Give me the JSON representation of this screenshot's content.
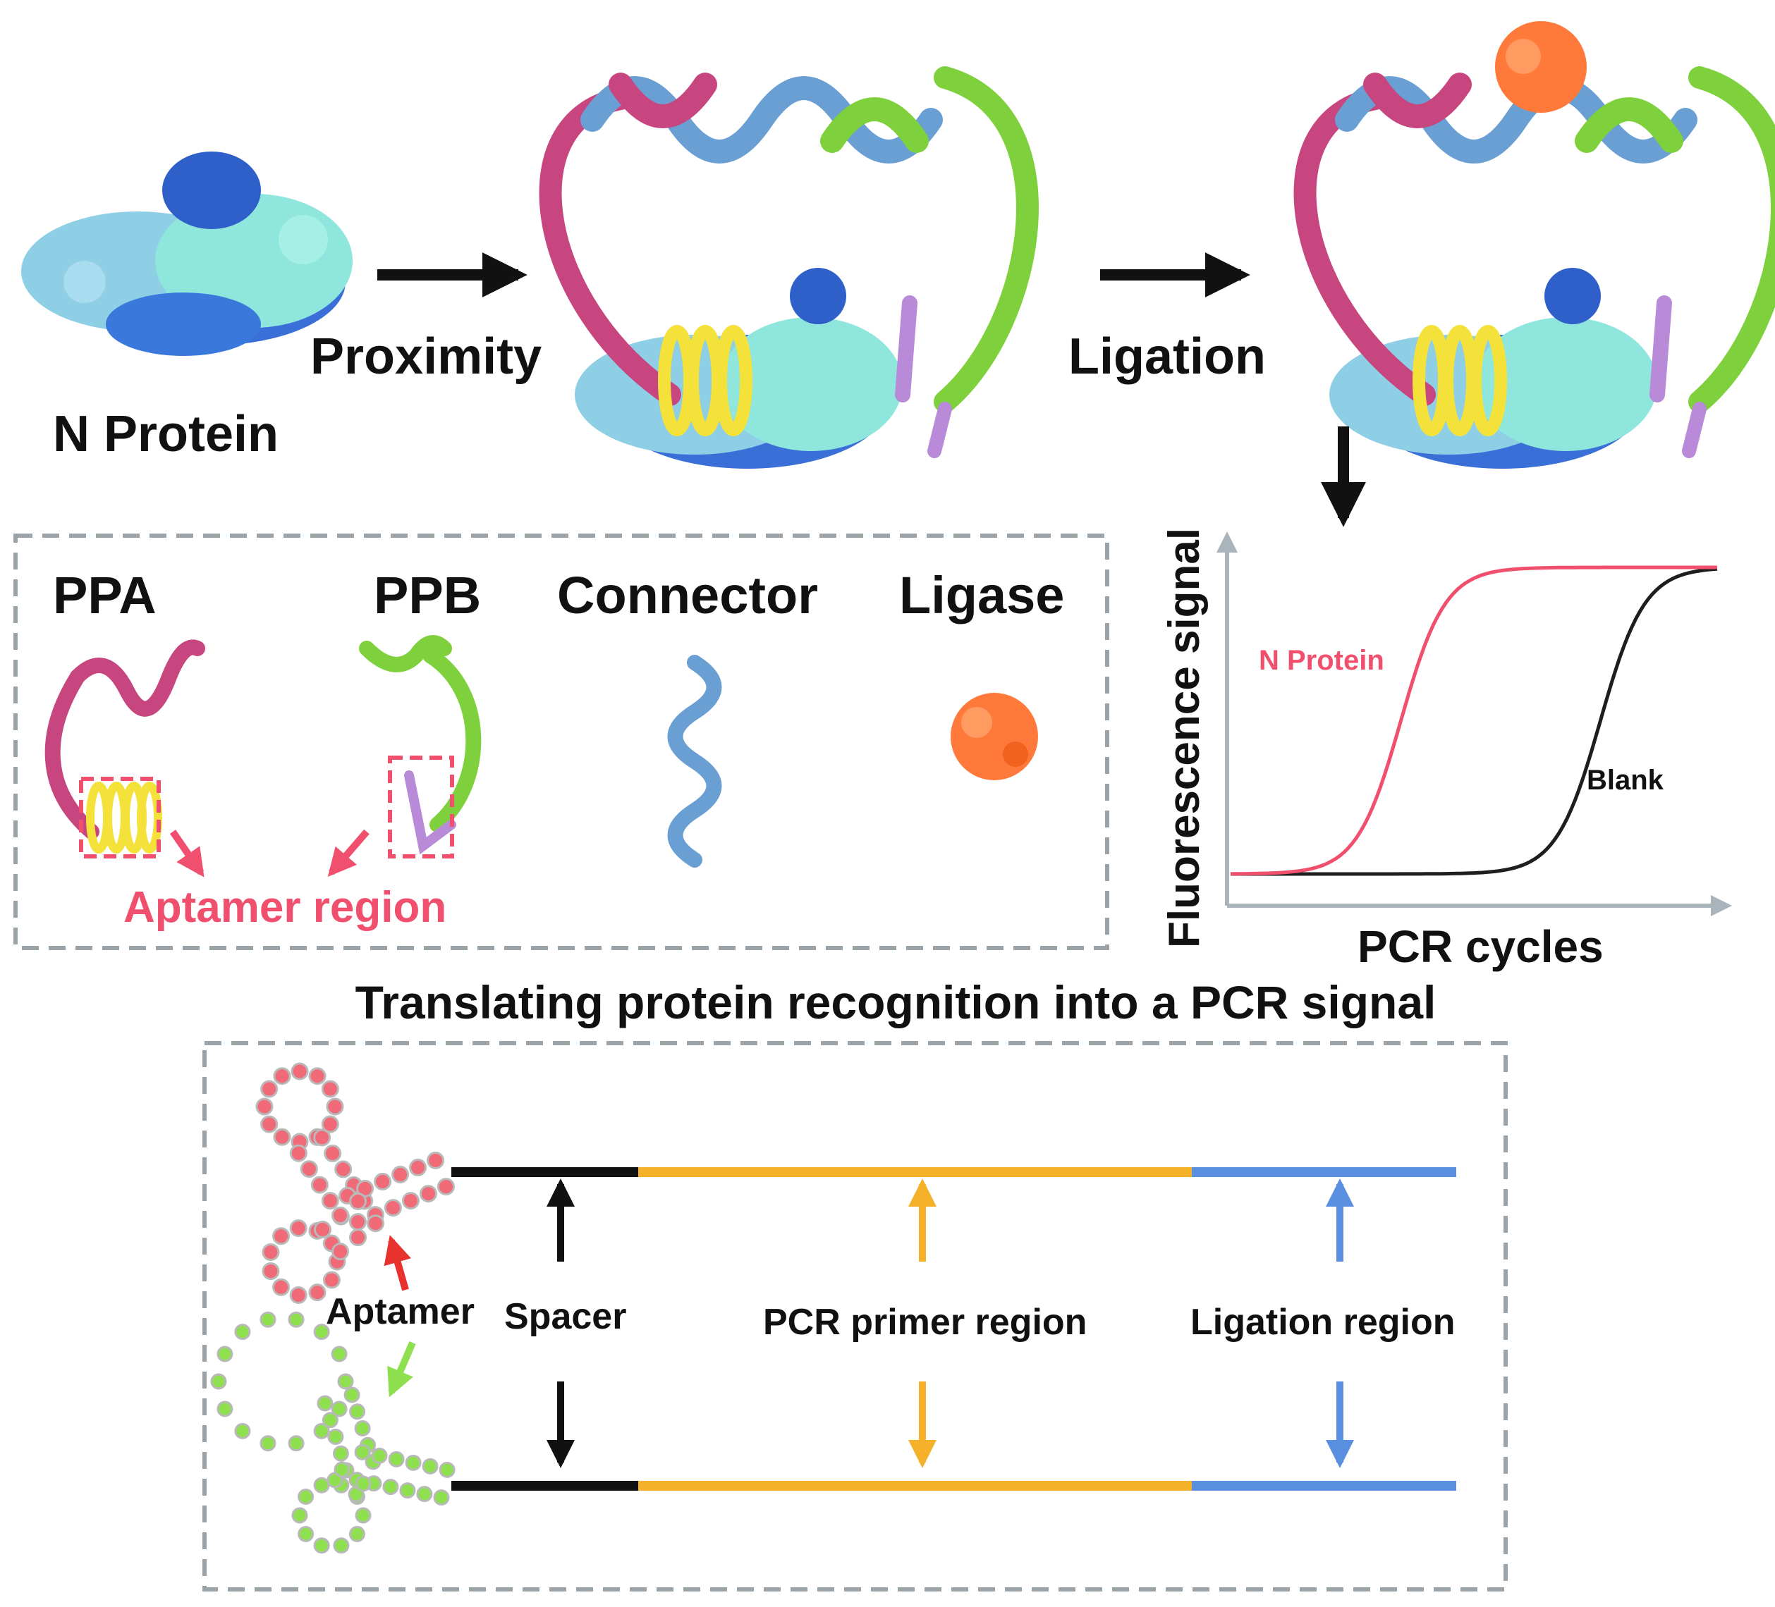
{
  "top": {
    "n_protein_label": "N Protein",
    "step1_label": "Proximity",
    "step2_label": "Ligation"
  },
  "legend": {
    "ppa": "PPA",
    "ppb": "PPB",
    "connector": "Connector",
    "ligase": "Ligase",
    "aptamer_region": "Aptamer region"
  },
  "chart_data": {
    "type": "line",
    "xlabel": "PCR cycles",
    "ylabel": "Fluorescence signal",
    "series": [
      {
        "name": "N Protein",
        "color": "#f0506e",
        "midpoint": 0.35
      },
      {
        "name": "Blank",
        "color": "#1e1e1e",
        "midpoint": 0.76
      }
    ]
  },
  "section_title": "Translating protein recognition into a PCR signal",
  "schematic": {
    "labels": {
      "aptamer": "Aptamer",
      "spacer": "Spacer",
      "pcr_primer": "PCR primer region",
      "ligation": "Ligation region"
    },
    "colors": {
      "spacer": "#111111",
      "pcr_primer": "#f6b12b",
      "ligation": "#5a8fe0",
      "aptamer_top": "#f06a78",
      "aptamer_bottom": "#8ee04e"
    }
  },
  "colors": {
    "ppa": "#c8467f",
    "ppb": "#7ed13c",
    "connector": "#6a9fd4",
    "ligase": "#ff7a3a",
    "aptamer_ppa": "#f4e23a",
    "aptamer_ppb": "#b98ad8",
    "protein_light": "#8ee6dc",
    "protein_blue": "#3a6fd8",
    "dash": "#9aa3a8",
    "highlight": "#f0506e"
  }
}
